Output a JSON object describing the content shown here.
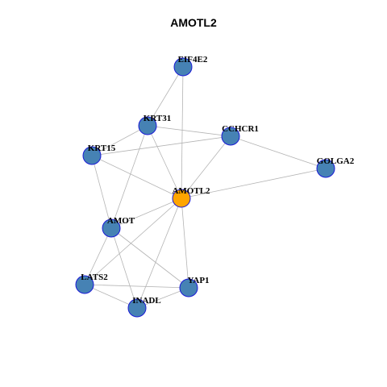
{
  "title": "AMOTL2",
  "colors": {
    "hub": "#ffa500",
    "node": "#4682b4",
    "edge": "#b4b4b4",
    "node_border": "#1a1ad6"
  },
  "nodes": [
    {
      "id": "AMOTL2",
      "label": "AMOTL2",
      "hub": true
    },
    {
      "id": "EIF4E2",
      "label": "EIF4E2"
    },
    {
      "id": "KRT31",
      "label": "KRT31"
    },
    {
      "id": "CCHCR1",
      "label": "CCHCR1"
    },
    {
      "id": "KRT15",
      "label": "KRT15"
    },
    {
      "id": "GOLGA2",
      "label": "GOLGA2"
    },
    {
      "id": "AMOT",
      "label": "AMOT"
    },
    {
      "id": "LATS2",
      "label": "LATS2"
    },
    {
      "id": "YAP1",
      "label": "YAP1"
    },
    {
      "id": "INADL",
      "label": "INADL"
    }
  ],
  "edges": [
    [
      "EIF4E2",
      "KRT31"
    ],
    [
      "EIF4E2",
      "AMOTL2"
    ],
    [
      "KRT31",
      "CCHCR1"
    ],
    [
      "KRT31",
      "KRT15"
    ],
    [
      "KRT31",
      "AMOTL2"
    ],
    [
      "KRT31",
      "AMOT"
    ],
    [
      "CCHCR1",
      "KRT15"
    ],
    [
      "CCHCR1",
      "GOLGA2"
    ],
    [
      "CCHCR1",
      "AMOTL2"
    ],
    [
      "KRT15",
      "AMOTL2"
    ],
    [
      "KRT15",
      "AMOT"
    ],
    [
      "GOLGA2",
      "AMOTL2"
    ],
    [
      "AMOTL2",
      "AMOT"
    ],
    [
      "AMOTL2",
      "LATS2"
    ],
    [
      "AMOTL2",
      "YAP1"
    ],
    [
      "AMOTL2",
      "INADL"
    ],
    [
      "AMOT",
      "LATS2"
    ],
    [
      "AMOT",
      "YAP1"
    ],
    [
      "AMOT",
      "INADL"
    ],
    [
      "LATS2",
      "YAP1"
    ],
    [
      "LATS2",
      "INADL"
    ],
    [
      "YAP1",
      "INADL"
    ]
  ]
}
